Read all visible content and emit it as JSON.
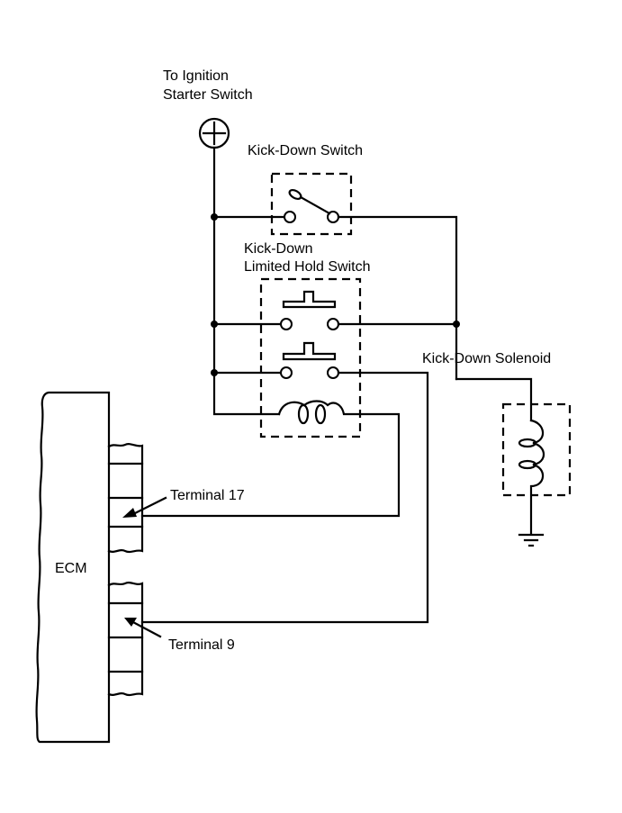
{
  "diagram": {
    "title": "Kick-Down Circuit Wiring Diagram",
    "colors": {
      "line": "#000000",
      "background": "#ffffff"
    },
    "labels": {
      "power_line1": "To Ignition",
      "power_line2": "Starter Switch",
      "kickdown_switch": "Kick-Down Switch",
      "limited_hold_line1": "Kick-Down",
      "limited_hold_line2": "Limited Hold Switch",
      "solenoid": "Kick-Down Solenoid",
      "ecm": "ECM",
      "terminal_17": "Terminal 17",
      "terminal_9": "Terminal 9"
    },
    "components": [
      {
        "id": "power-source",
        "symbol": "plus-in-circle",
        "label": "To Ignition Starter Switch"
      },
      {
        "id": "kick-down-switch",
        "symbol": "spst-switch",
        "label": "Kick-Down Switch"
      },
      {
        "id": "limited-hold-switch",
        "symbol": "relay-2-contact-with-coil",
        "label": "Kick-Down Limited Hold Switch"
      },
      {
        "id": "kick-down-solenoid",
        "symbol": "coil",
        "label": "Kick-Down Solenoid"
      },
      {
        "id": "ground",
        "symbol": "ground",
        "label": ""
      },
      {
        "id": "ecm",
        "symbol": "module",
        "label": "ECM",
        "terminals": [
          "Terminal 17",
          "Terminal 9"
        ]
      }
    ]
  }
}
